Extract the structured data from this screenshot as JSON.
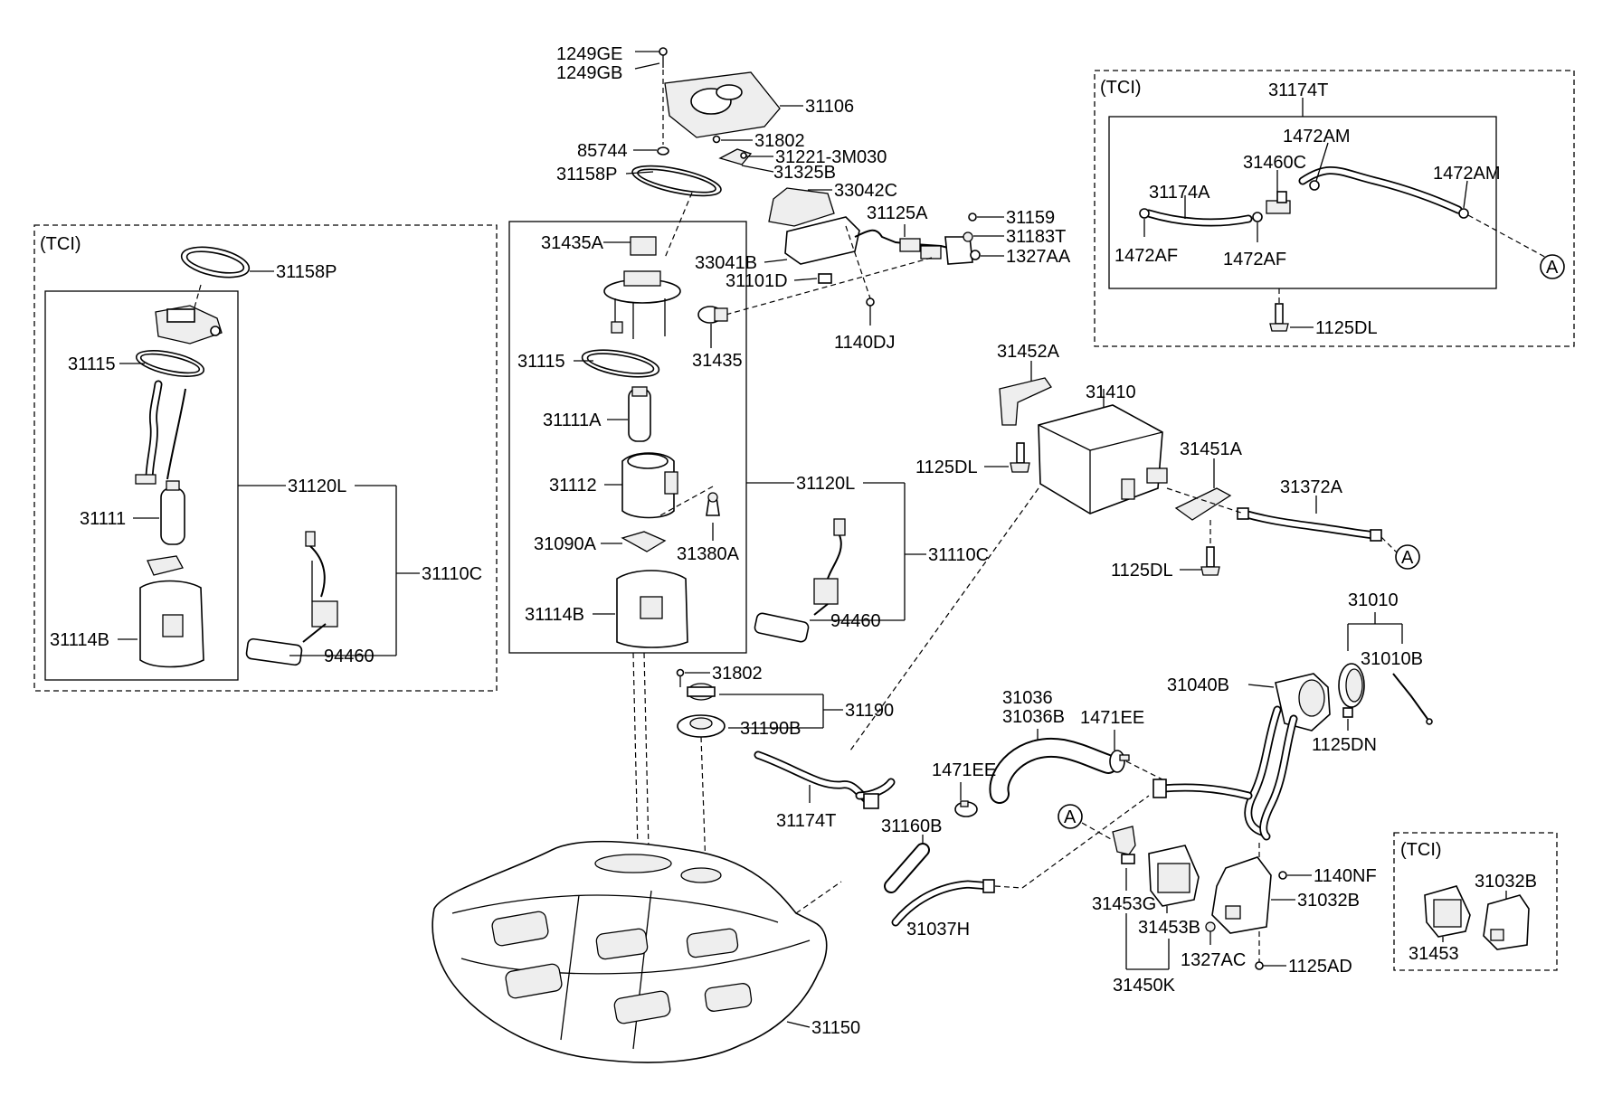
{
  "tank_module_labels": {
    "l_1249GE": "1249GE",
    "l_1249GB": "1249GB",
    "l_31106": "31106",
    "l_85744": "85744",
    "l_31802_top": "31802",
    "l_31221": "31221-3M030",
    "l_31158P": "31158P",
    "l_31325B": "31325B",
    "l_33042C": "33042C",
    "l_31125A": "31125A",
    "l_31159": "31159",
    "l_31183T": "31183T",
    "l_1327AA": "1327AA",
    "l_33041B": "33041B",
    "l_31101D": "31101D",
    "l_1140DJ": "1140DJ"
  },
  "left_tci_box": {
    "tag": "(TCI)",
    "l_31158P": "31158P",
    "l_31115": "31115",
    "l_31111": "31111",
    "l_31120L": "31120L",
    "l_31110C": "31110C",
    "l_31114B": "31114B",
    "l_94460": "94460"
  },
  "pump_box": {
    "l_31435A": "31435A",
    "l_31435": "31435",
    "l_31115": "31115",
    "l_31111A": "31111A",
    "l_31112": "31112",
    "l_31090A": "31090A",
    "l_31380A": "31380A",
    "l_31114B": "31114B",
    "l_31120L": "31120L",
    "l_31110C": "31110C",
    "l_94460": "94460"
  },
  "right_tci_box": {
    "tag": "(TCI)",
    "l_31174T": "31174T",
    "l_1472AM_1": "1472AM",
    "l_31460C": "31460C",
    "l_1472AM_2": "1472AM",
    "l_31174A": "31174A",
    "l_1472AF_1": "1472AF",
    "l_1472AF_2": "1472AF",
    "l_1125DL": "1125DL",
    "ref_A": "A"
  },
  "canister_labels": {
    "l_31452A": "31452A",
    "l_31410": "31410",
    "l_1125DL_1": "1125DL",
    "l_31451A": "31451A",
    "l_31372A": "31372A",
    "l_1125DL_2": "1125DL",
    "ref_A": "A"
  },
  "filler_labels": {
    "l_31010": "31010",
    "l_31010B": "31010B",
    "l_31040B": "31040B",
    "l_1125DN": "1125DN",
    "l_31036": "31036",
    "l_31036B": "31036B",
    "l_1471EE_1": "1471EE",
    "l_1471EE_2": "1471EE",
    "l_31160B": "31160B",
    "l_31037H": "31037H"
  },
  "vent_labels": {
    "l_31802": "31802",
    "l_31190": "31190",
    "l_31190B": "31190B",
    "l_31174T": "31174T"
  },
  "bracket_labels": {
    "ref_A": "A",
    "l_1140NF": "1140NF",
    "l_31032B": "31032B",
    "l_31453G": "31453G",
    "l_31453B": "31453B",
    "l_1327AC": "1327AC",
    "l_1125AD": "1125AD",
    "l_31450K": "31450K"
  },
  "small_tci_box": {
    "tag": "(TCI)",
    "l_31032B": "31032B",
    "l_31453": "31453"
  },
  "tank_labels": {
    "l_31150": "31150"
  }
}
